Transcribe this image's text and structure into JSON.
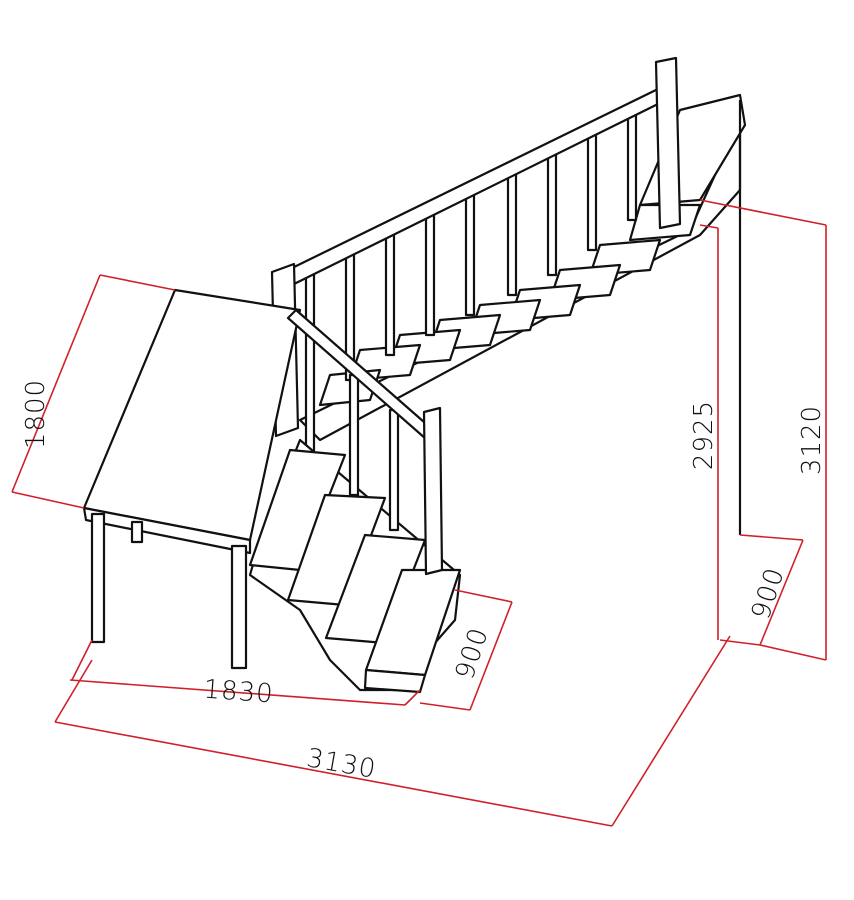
{
  "dimensions": {
    "landing_depth": "1800",
    "lower_run": "1830",
    "total_length": "3130",
    "lower_flight_width": "900",
    "upper_flight_width": "900",
    "landing_height": "2925",
    "total_height": "3120"
  },
  "colors": {
    "dimension_line": "#d0202a",
    "drawing_line": "#111111",
    "background": "#ffffff"
  }
}
